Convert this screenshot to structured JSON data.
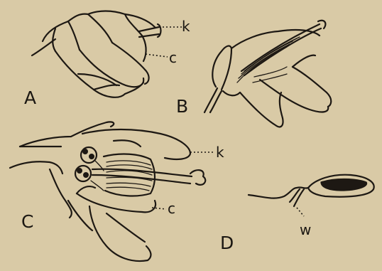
{
  "figure": {
    "panels": [
      {
        "id": "A",
        "label": "A"
      },
      {
        "id": "B",
        "label": "B"
      },
      {
        "id": "C",
        "label": "C"
      },
      {
        "id": "D",
        "label": "D"
      }
    ],
    "callouts": {
      "a_k": "k",
      "a_c": "c",
      "c_k": "k",
      "c_c": "c",
      "d_w": "w"
    }
  }
}
